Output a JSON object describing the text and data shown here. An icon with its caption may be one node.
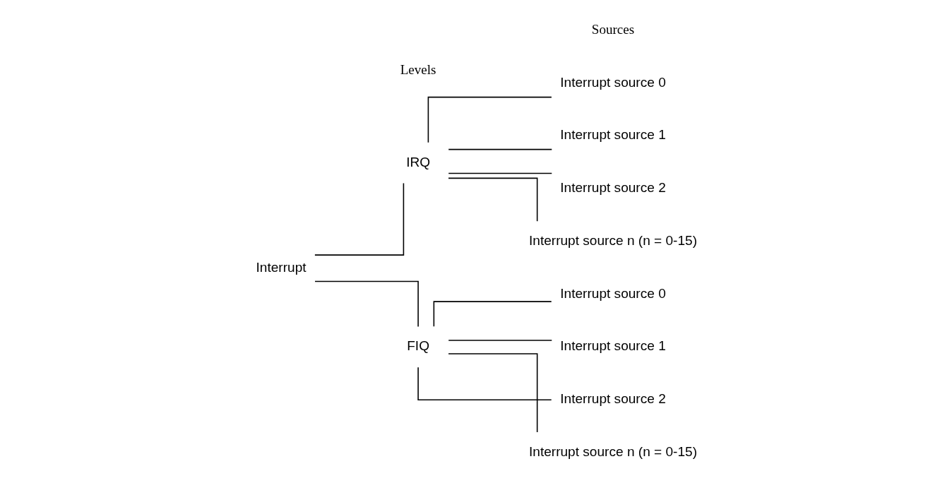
{
  "diagram": {
    "nodes": [
      {
        "text": [
          "Interrupt"
        ]
      },
      {
        "text": [
          "IRQ"
        ]
      },
      {
        "text": [
          "Interrupt source 0"
        ]
      },
      {
        "text": [
          "Interrupt source 1"
        ]
      },
      {
        "text": [
          "Interrupt source 2"
        ]
      },
      {
        "text": [
          "Interrupt source n (n = 0-15)"
        ]
      },
      {
        "text": [
          "FIQ"
        ]
      },
      {
        "text": [
          "Interrupt source 0"
        ]
      },
      {
        "text": [
          "Interrupt source 1"
        ]
      },
      {
        "text": [
          "Interrupt source 2"
        ]
      },
      {
        "text": [
          "Interrupt source n (n = 0-15)"
        ]
      }
    ],
    "edges": [
      {
        "from": 0,
        "to": 1,
        "arrow": "none"
      },
      {
        "from": 0,
        "to": 6,
        "arrow": "none"
      },
      {
        "from": 1,
        "to": 2,
        "arrow": "none"
      },
      {
        "from": 1,
        "to": 3,
        "arrow": "none"
      },
      {
        "from": 1,
        "to": 4,
        "arrow": "none"
      },
      {
        "from": 1,
        "to": 5,
        "arrow": "none"
      },
      {
        "from": 6,
        "to": 7,
        "arrow": "none"
      },
      {
        "from": 6,
        "to": 8,
        "arrow": "none"
      },
      {
        "from": 6,
        "to": 9,
        "arrow": "none"
      },
      {
        "from": 6,
        "to": 10,
        "arrow": "none"
      }
    ],
    "labels": [
      "Levels",
      "Sources"
    ]
  }
}
